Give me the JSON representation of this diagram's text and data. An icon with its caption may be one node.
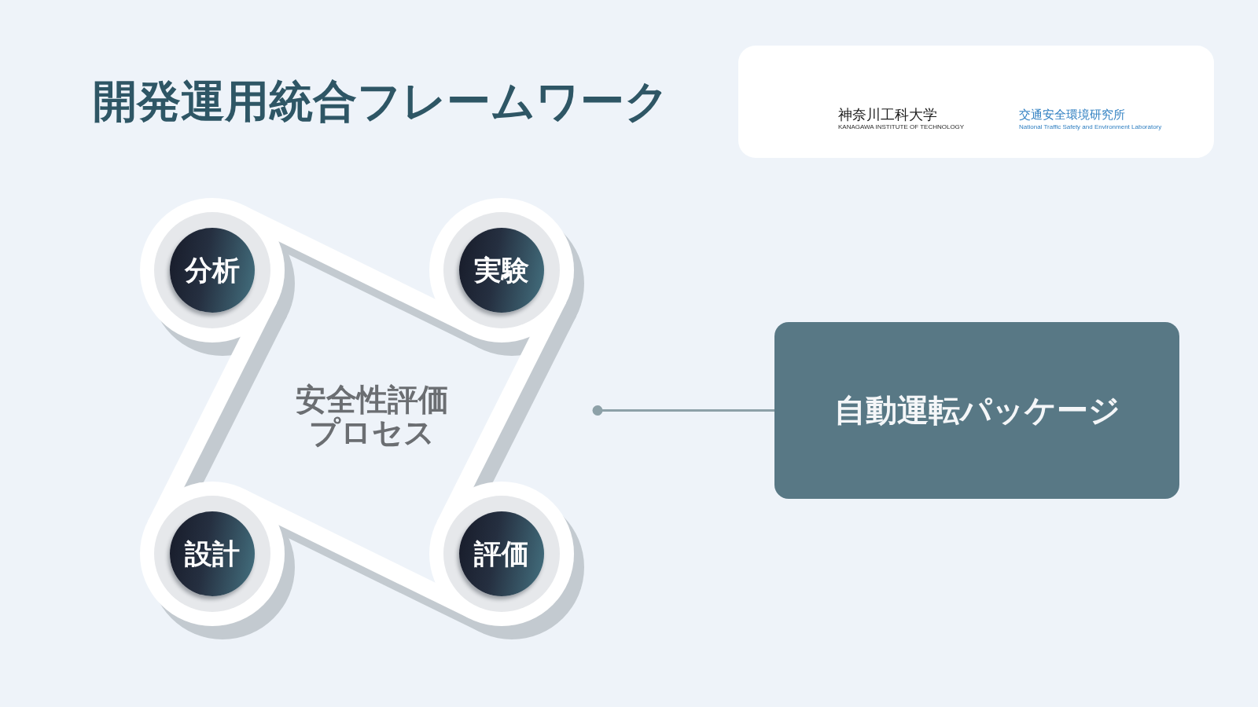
{
  "diagram": {
    "title": "開発運用統合フレームワーク",
    "nodes": [
      {
        "text": [
          "神奈川工科大学",
          "KANAGAWA INSTITUTE OF TECHNOLOGY",
          "交通安全環境研究所",
          "National Traffic Safety and Environment Laboratory"
        ]
      },
      {
        "text": [
          "安全性評価プロセス"
        ]
      },
      {
        "text": [
          "分析"
        ],
        "in": 1
      },
      {
        "text": [
          "実験"
        ],
        "in": 1
      },
      {
        "text": [
          "設計"
        ],
        "in": 1
      },
      {
        "text": [
          "評価"
        ],
        "in": 1
      },
      {
        "text": [
          "自動運転パッケージ"
        ]
      }
    ],
    "edges": [
      {
        "from": 1,
        "to": 6,
        "arrow": "other"
      }
    ]
  }
}
